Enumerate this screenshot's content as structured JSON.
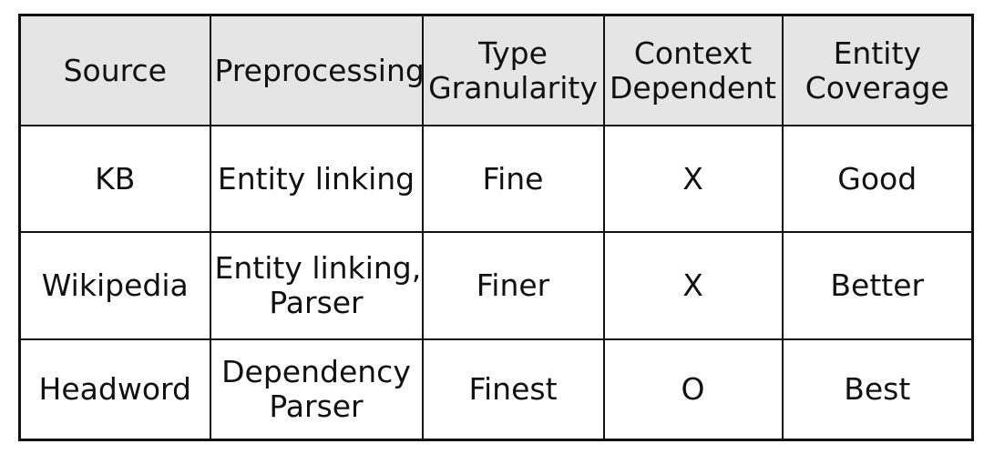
{
  "table": {
    "headers": [
      [
        "Source"
      ],
      [
        "Preprocessing"
      ],
      [
        "Type",
        "Granularity"
      ],
      [
        "Context",
        "Dependent"
      ],
      [
        "Entity",
        "Coverage"
      ]
    ],
    "rows": [
      [
        [
          "KB"
        ],
        [
          "Entity linking"
        ],
        [
          "Fine"
        ],
        [
          "X"
        ],
        [
          "Good"
        ]
      ],
      [
        [
          "Wikipedia"
        ],
        [
          "Entity linking,",
          "Parser"
        ],
        [
          "Finer"
        ],
        [
          "X"
        ],
        [
          "Better"
        ]
      ],
      [
        [
          "Headword"
        ],
        [
          "Dependency",
          "Parser"
        ],
        [
          "Finest"
        ],
        [
          "O"
        ],
        [
          "Best"
        ]
      ]
    ]
  }
}
